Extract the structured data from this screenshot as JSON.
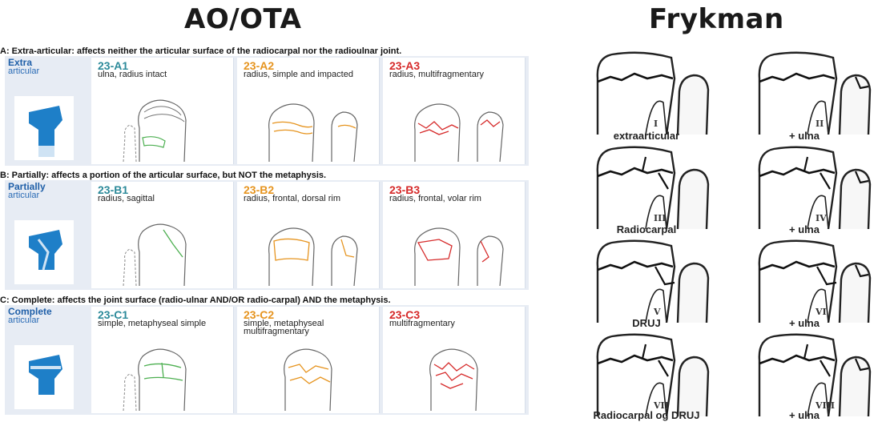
{
  "titles": {
    "ao": "AO/OTA",
    "frykman": "Frykman"
  },
  "sections": {
    "a": "A: Extra-articular: affects neither the articular surface of the radiocarpal nor the radioulnar joint.",
    "b": "B: Partially: affects a portion of the articular surface, but NOT the metaphysis.",
    "c": "C: Complete: affects the joint surface (radio-ulnar AND/OR radio-carpal) AND the metaphysis."
  },
  "rows": [
    {
      "head1": "Extra",
      "head2": "articular",
      "cells": [
        {
          "code": "23-A1",
          "desc": "ulna, radius intact"
        },
        {
          "code": "23-A2",
          "desc": "radius, simple and impacted"
        },
        {
          "code": "23-A3",
          "desc": "radius, multifragmentary"
        }
      ]
    },
    {
      "head1": "Partially",
      "head2": "articular",
      "cells": [
        {
          "code": "23-B1",
          "desc": "radius, sagittal"
        },
        {
          "code": "23-B2",
          "desc": "radius, frontal, dorsal rim"
        },
        {
          "code": "23-B3",
          "desc": "radius, frontal, volar rim"
        }
      ]
    },
    {
      "head1": "Complete",
      "head2": "articular",
      "cells": [
        {
          "code": "23-C1",
          "desc": "simple, metaphyseal simple"
        },
        {
          "code": "23-C2",
          "desc": "simple, metaphyseal multifragmentary"
        },
        {
          "code": "23-C3",
          "desc": "multifragmentary"
        }
      ]
    }
  ],
  "frykman": [
    {
      "num": "I",
      "caption": "extraarticular"
    },
    {
      "num": "II",
      "caption": "+ ulna"
    },
    {
      "num": "III",
      "caption": "Radiocarpal"
    },
    {
      "num": "IV",
      "caption": "+ ulna"
    },
    {
      "num": "V",
      "caption": "DRUJ"
    },
    {
      "num": "VI",
      "caption": "+ ulna"
    },
    {
      "num": "VII",
      "caption": "Radiocarpal og DRUJ"
    },
    {
      "num": "VIII",
      "caption": "+ ulna"
    }
  ],
  "colors": {
    "teal": "#2c8a9a",
    "orange": "#e6941f",
    "red": "#d62a2a",
    "blue": "#1f5fa8",
    "row_bg": "#e7ecf4"
  }
}
